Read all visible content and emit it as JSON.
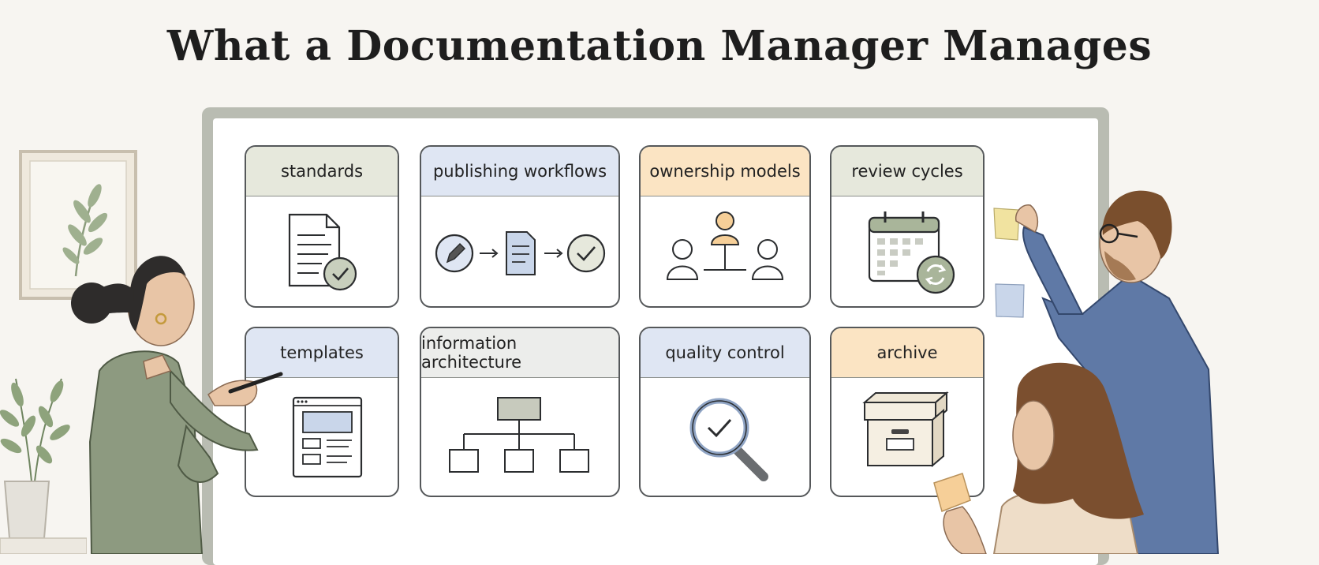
{
  "title": "What a Documentation Manager Manages",
  "cards": [
    {
      "label": "standards",
      "icon": "document-check-icon",
      "header_color": "#e6e8dc"
    },
    {
      "label": "publishing workflows",
      "icon": "publishing-flow-icon",
      "header_color": "#dfe6f3"
    },
    {
      "label": "ownership models",
      "icon": "org-people-icon",
      "header_color": "#fbe4c3"
    },
    {
      "label": "review cycles",
      "icon": "calendar-cycle-icon",
      "header_color": "#e6e8dc"
    },
    {
      "label": "templates",
      "icon": "template-layout-icon",
      "header_color": "#dfe6f3"
    },
    {
      "label": "information architecture",
      "icon": "hierarchy-tree-icon",
      "header_color": "#ecedeb"
    },
    {
      "label": "quality control",
      "icon": "magnifier-check-icon",
      "header_color": "#dfe6f3"
    },
    {
      "label": "archive",
      "icon": "archive-box-icon",
      "header_color": "#fbe4c3"
    }
  ],
  "colors": {
    "sage": "#a9b59a",
    "blue": "#c9d6ea",
    "peach": "#f6cf98",
    "ink": "#2b2d2f"
  }
}
